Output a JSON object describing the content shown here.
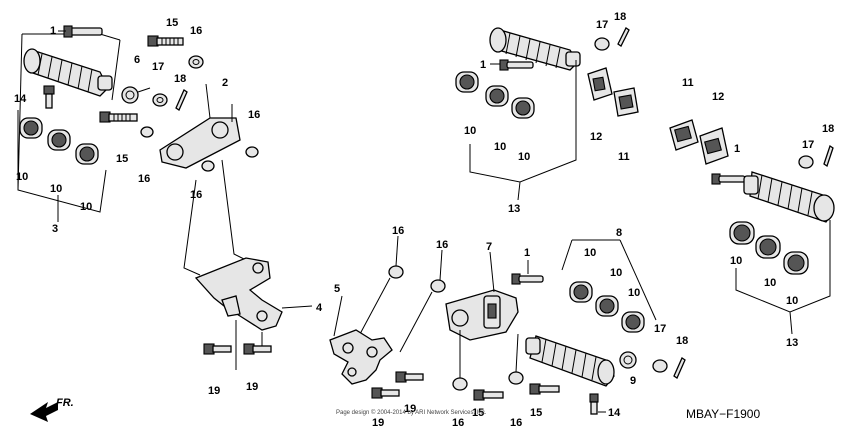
{
  "diagram": {
    "code": "MBAY−F1900",
    "copyright": "Page design © 2004-2014 by ARI Network Services, Inc.",
    "direction_label": "FR.",
    "labels": {
      "l1a": "1",
      "l15a": "15",
      "l16a": "16",
      "l6": "6",
      "l17a": "17",
      "l18a": "18",
      "l2": "2",
      "l14a": "14",
      "l15b": "15",
      "l16b": "16",
      "l16c": "16",
      "l16d": "16",
      "l10a": "10",
      "l10b": "10",
      "l10c": "10",
      "l3": "3",
      "l4": "4",
      "l19a": "19",
      "l19b": "19",
      "l17b": "17",
      "l18b": "18",
      "l1b": "1",
      "l10d": "10",
      "l10e": "10",
      "l10f": "10",
      "l12a": "12",
      "l11a": "11",
      "l13a": "13",
      "l11b": "11",
      "l12b": "12",
      "l18c": "18",
      "l17c": "17",
      "l1c": "1",
      "l10g": "10",
      "l10h": "10",
      "l10i": "10",
      "l13b": "13",
      "l16e": "16",
      "l16f": "16",
      "l7": "7",
      "l1d": "1",
      "l8": "8",
      "l10j": "10",
      "l10k": "10",
      "l10l": "10",
      "l17d": "17",
      "l18d": "18",
      "l9": "9",
      "l5": "5",
      "l19c": "19",
      "l19d": "19",
      "l16g": "16",
      "l15c": "15",
      "l16h": "16",
      "l15d": "15",
      "l14b": "14"
    }
  }
}
